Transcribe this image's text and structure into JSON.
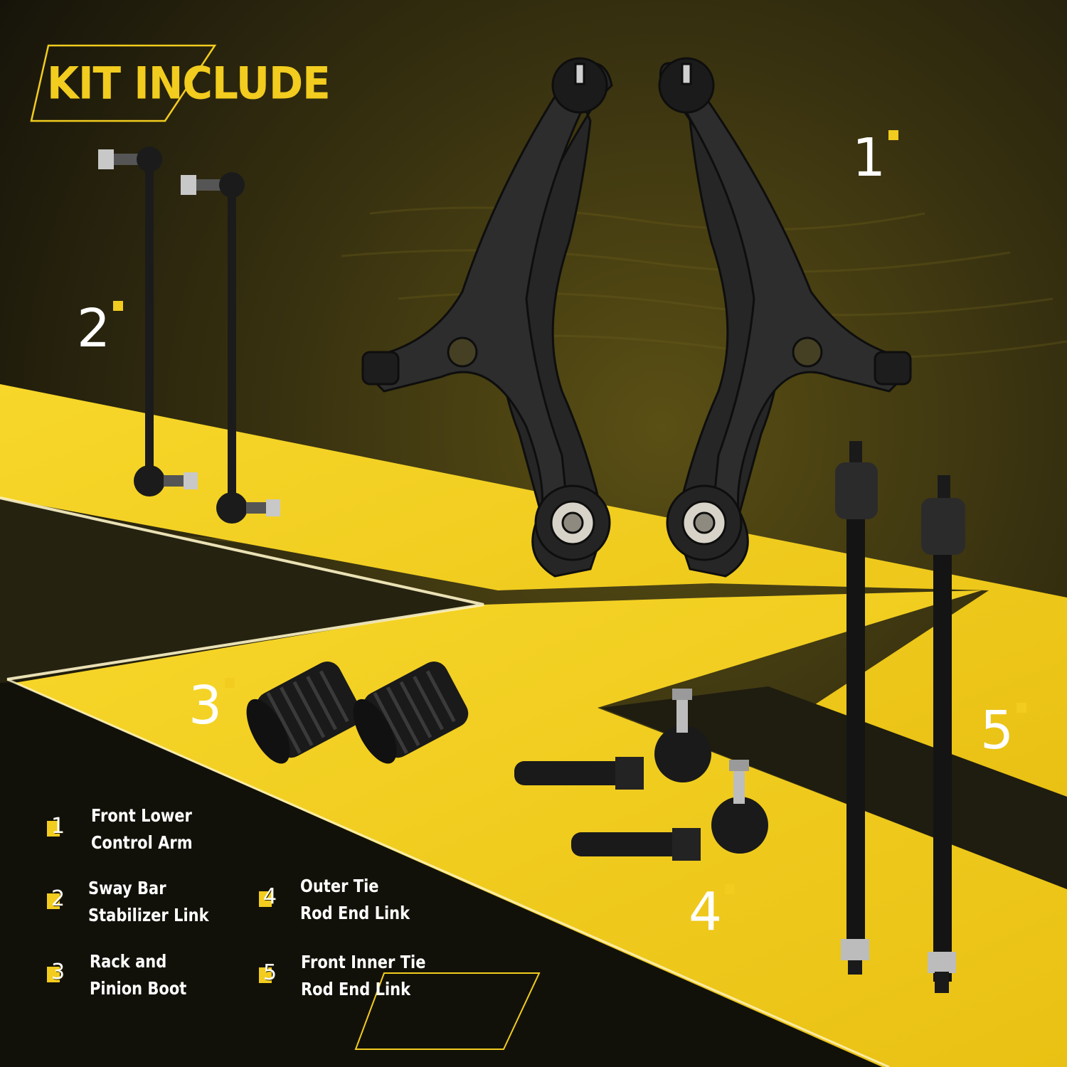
{
  "title": "KIT INCLUDE",
  "colors": {
    "accent_yellow": "#f2cc1e",
    "background_dark": "#151309",
    "part_black": "#1a1a1a",
    "text_white": "#ffffff"
  },
  "callouts": [
    "1",
    "2",
    "3",
    "4",
    "5"
  ],
  "legend": [
    {
      "number": "1",
      "line1": "Front Lower",
      "line2": "Control Arm"
    },
    {
      "number": "2",
      "line1": "Sway Bar",
      "line2": "Stabilizer Link"
    },
    {
      "number": "3",
      "line1": "Rack and",
      "line2": "Pinion Boot"
    },
    {
      "number": "4",
      "line1": "Outer Tie",
      "line2": "Rod End Link"
    },
    {
      "number": "5",
      "line1": "Front Inner Tie",
      "line2": "Rod End Link"
    }
  ]
}
